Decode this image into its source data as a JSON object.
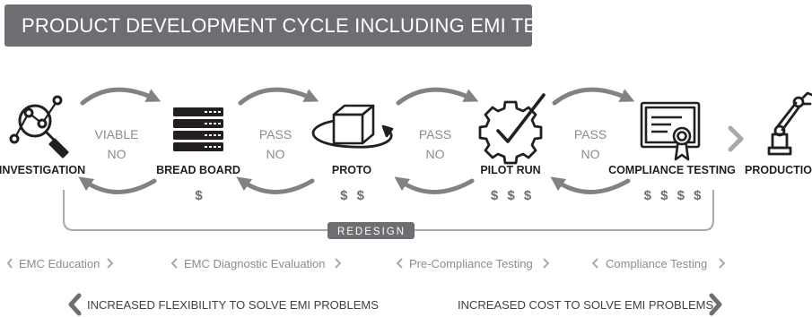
{
  "title": "PRODUCT DEVELOPMENT CYCLE INCLUDING EMI TESTING",
  "stages": [
    {
      "label": "INVESTIGATION",
      "icon": "magnifier-network-icon",
      "cost": ""
    },
    {
      "label": "BREAD BOARD",
      "icon": "server-rack-icon",
      "cost": "$"
    },
    {
      "label": "PROTO",
      "icon": "cube-orbit-icon",
      "cost": "$ $"
    },
    {
      "label": "PILOT RUN",
      "icon": "gear-check-icon",
      "cost": "$ $ $"
    },
    {
      "label": "COMPLIANCE TESTING",
      "icon": "certificate-icon",
      "cost": "$ $ $ $"
    },
    {
      "label": "PRODUCTION",
      "icon": "robot-arm-icon",
      "cost": ""
    }
  ],
  "transitions": [
    {
      "line1": "VIABLE",
      "line2": "NO"
    },
    {
      "line1": "PASS",
      "line2": "NO"
    },
    {
      "line1": "PASS",
      "line2": "NO"
    },
    {
      "line1": "PASS",
      "line2": "NO"
    }
  ],
  "redesign_label": "REDESIGN",
  "phases": [
    "EMC Education",
    "EMC Diagnostic Evaluation",
    "Pre-Compliance Testing",
    "Compliance Testing"
  ],
  "bottom_left": "INCREASED FLEXIBILITY TO SOLVE EMI PROBLEMS",
  "bottom_right": "INCREASED COST TO SOLVE EMI PROBLEMS",
  "colors": {
    "title_bg": "#6d6e71",
    "arrow_gray": "#808285",
    "light_gray": "#a7a9ac",
    "text_dark": "#231f20"
  }
}
